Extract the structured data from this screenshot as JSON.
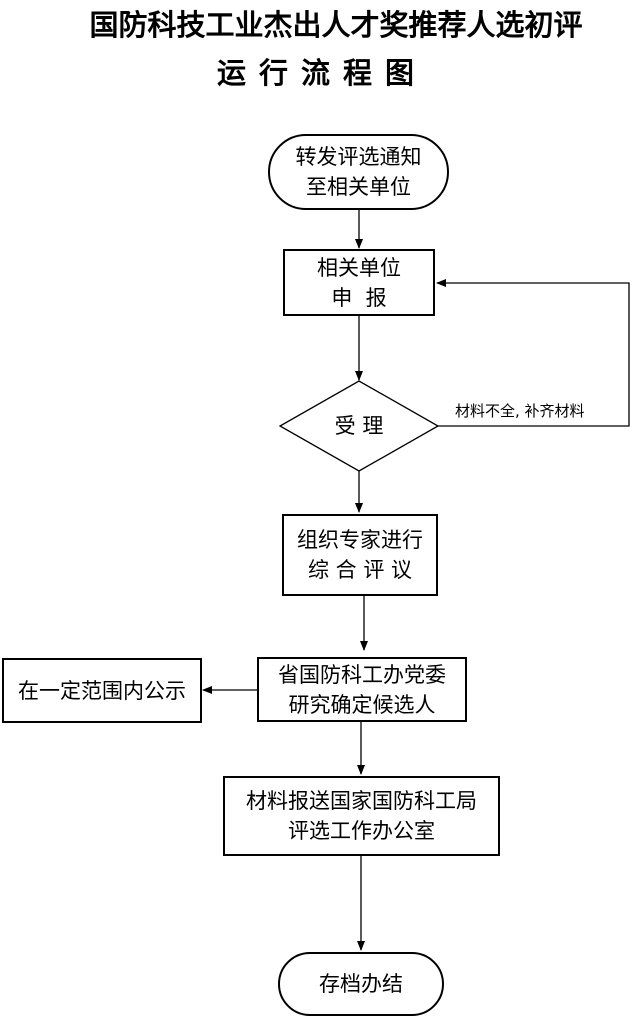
{
  "title": {
    "line1": "国防科技工业杰出人才奖推荐人选初评",
    "line2": "运行流程图"
  },
  "nodes": {
    "start": {
      "line1": "转发评选通知",
      "line2": "至相关单位"
    },
    "apply": {
      "line1": "相关单位",
      "line2": "申  报"
    },
    "accept": {
      "label": "受  理"
    },
    "review": {
      "line1": "组织专家进行",
      "line2": "综 合 评 议"
    },
    "decide": {
      "line1": "省国防科工办党委",
      "line2": "研究确定候选人"
    },
    "publicize": {
      "label": "在一定范围内公示"
    },
    "submit": {
      "line1": "材料报送国家国防科工局",
      "line2": "评选工作办公室"
    },
    "end": {
      "label": "存档办结"
    }
  },
  "edges": {
    "feedback_label": "材料不全, 补齐材料"
  }
}
